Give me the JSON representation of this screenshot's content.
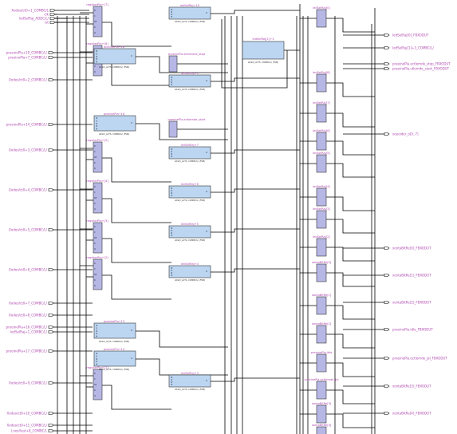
{
  "diagram": {
    "input_ports": [
      "Xodeo/ct0+1_COMBC/L",
      "clk",
      "ledSelRaj_ADDC/L/",
      "rst",
      "preeinePla+10_COMBC/L/",
      "preeinePla+7_COMBC/L/",
      "Xodeo/ct0+2_COMBC/L/",
      "preeinePla+14_COMBC/L/",
      "Xodeo/ct0+3_COMBC/L/",
      "Xodeo/ct0+4_COMBC/L/",
      "Xodeo/ct0+5_COMBC/L/",
      "Xodeo/ct0+6_COMBC/L/",
      "Xodeo/ct0+7_COMBC/L/",
      "Xodeo/ct0+8_COMBC/L/",
      "preeinePla+16_COMBC/L/",
      "ledSelRaj+1_COMBC/L/",
      "preeinePla+17_COMBC/L/",
      "Xodeo/ct0+9_COMBC/L/",
      "Xodeo/ct0+10_COMBC/L/",
      "Xodeo/ct0+11_COMBC/L/",
      "Lnex/lout+8_COMBC/L"
    ],
    "output_ports": [
      "ledSelRaj[0]_FBXODUT",
      "ledSelRaj[1]+3_COMBC/L/",
      "preeinePla.ectlemde_stop_FBXODUT",
      "preeinePla.ctlemde_start_FBXODUT",
      "xoeoider_o[0..7]",
      "xontaBitRe[0]_FBXODUT",
      "xontaBitRe[1]_FBXODUT",
      "xontaBitRe[2]_FBXODUT",
      "preeinePla.idle_FBXODUT",
      "preeinePla.ectlemde_jal_FBXODUT",
      "xontaBitRe[3]_FBXODUT",
      "xontaBitRe[4]_FBXODUT"
    ],
    "registers_left": [
      "regsiterPla+[7]",
      "regsiterPla+[6]",
      "regsiterPla+[5]",
      "regsiterPla+[4]",
      "regsiterPla+[3]",
      "regsiterPla+[2]",
      "regsiterPla+[1]",
      "regsiterPla+[0]"
    ],
    "fsm_blocks": [
      {
        "name": "preeinePla+18",
        "sub": "LOGIC_LUT5, COMBC/L/ (FSM)"
      },
      {
        "name": "preeinePla+16",
        "sub": "LOGIC_LUT5, COMBC/L/ (FSM)"
      },
      {
        "name": "preeinePla+15",
        "sub": "LOGIC_LUT5, COMBC/L/ (FSM)"
      },
      {
        "name": "preeinePla+14",
        "sub": "LOGIC_LUT5, COMBC/L/ (FSM)"
      }
    ],
    "fsm_pins": [
      "I0",
      "I1",
      "I2",
      "I3",
      "I4",
      "O"
    ],
    "lut_blocks": [
      {
        "name": "ledSelRaj+10",
        "sub": "LOGIC_LUT4, COMBC/L/ (FSM)"
      },
      {
        "name": "ledSelRaj+9",
        "sub": "LOGIC_LUT4, COMBC/L/ (FSM)"
      },
      {
        "name": "ledSelRaj+7",
        "sub": "LOGIC_LUT4, COMBC/L/ (FSM)"
      },
      {
        "name": "ledSelRaj+6",
        "sub": "LOGIC_LUT4, COMBC/L/ (FSM)"
      },
      {
        "name": "ledSelRaj+5",
        "sub": "LOGIC_LUT4, COMBC/L/ (FSM)"
      },
      {
        "name": "ledSelRaj+4",
        "sub": "LOGIC_LUT4, COMBC/L/ (FSM)"
      },
      {
        "name": "ledSelRaj+3",
        "sub": "LOGIC_LUT4, COMBC/L/ (FSM)"
      }
    ],
    "lut_pins": [
      "I0",
      "I1",
      "I2",
      "I3",
      "O"
    ],
    "center_block": {
      "name": "ledSelRaj[1]+3",
      "sub": "LOGIC_LUT5, COMBC/L/ (FSM)"
    },
    "mid_regs": [
      "preeinePla.ectlemde_stop",
      "preeinePla.ectlemde_start"
    ],
    "right_regs": [
      "ledSelRaj[0]",
      "ledSelRaj[8]",
      "ledSelRaj[7]",
      "ledSelRaj[6]",
      "ledSelRaj[5]",
      "ledSelRaj[4]",
      "ledSelRaj[3]",
      "ledSelRaj[2]",
      "xontaBitRe[0]",
      "xontaBitRe[1]",
      "xontaBitRe[2]",
      "preeinePla.idle",
      "preeinePla.ectlemde_jal",
      "xontaBitRe[3]",
      "xontaBitRe[4]"
    ]
  }
}
